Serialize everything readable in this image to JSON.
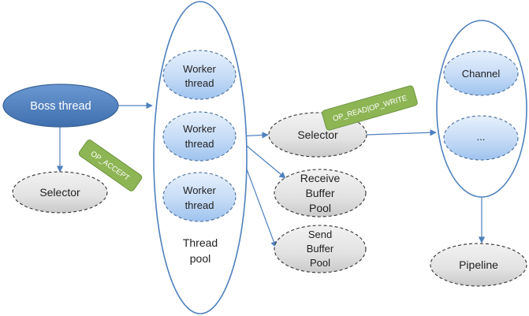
{
  "nodes": {
    "boss": "Boss thread",
    "selector_left": "Selector",
    "worker1_line1": "Worker",
    "worker1_line2": "thread",
    "worker2_line1": "Worker",
    "worker2_line2": "thread",
    "worker3_line1": "Worker",
    "worker3_line2": "thread",
    "pool_line1": "Thread",
    "pool_line2": "pool",
    "selector_mid": "Selector",
    "receive_line1": "Receive",
    "receive_line2": "Buffer",
    "receive_line3": "Pool",
    "send_line1": "Send",
    "send_line2": "Buffer",
    "send_line3": "Pool",
    "channel": "Channel",
    "channel_more": "...",
    "pipeline": "Pipeline"
  },
  "tags": {
    "accept": "OP_ACCEPT",
    "read_write": "OP_READ|OP_WRITE"
  },
  "colors": {
    "boss_fill": "#4f81bd",
    "worker_fill": "#c6dcf5",
    "grey_fill": "#e0e0e0",
    "tag_fill": "#8db554",
    "line": "#4f81bd"
  }
}
